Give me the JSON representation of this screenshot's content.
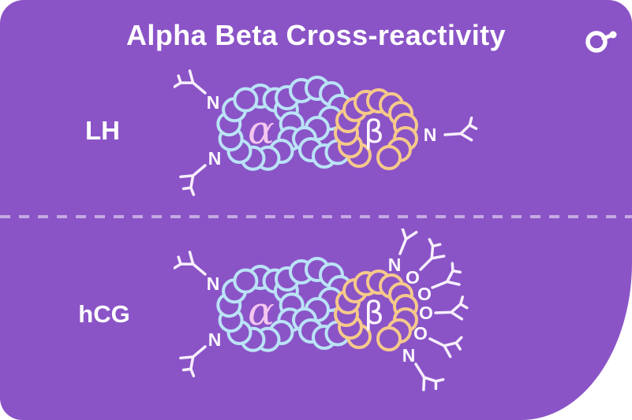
{
  "title": "Alpha Beta Cross-reactivity",
  "brand": {
    "logo_icon": "osmosis-logo"
  },
  "colors": {
    "background": "#ffffff",
    "card": "#8a54c7",
    "alpha_chain": "#bae3f6",
    "beta_chain": "#f6c98b",
    "alpha_symbol": "#f2c6ee",
    "text": "#ffffff",
    "divider": "rgba(255,255,255,0.5)"
  },
  "rows": [
    {
      "label": "LH",
      "alpha_symbol": "α",
      "beta_symbol": "β",
      "glycosylation": {
        "left": [
          "N",
          "N"
        ],
        "right": [
          "N"
        ]
      }
    },
    {
      "label": "hCG",
      "alpha_symbol": "α",
      "beta_symbol": "β",
      "glycosylation": {
        "left": [
          "N",
          "N"
        ],
        "right": [
          "N",
          "O",
          "O",
          "O",
          "O",
          "N"
        ]
      }
    }
  ]
}
